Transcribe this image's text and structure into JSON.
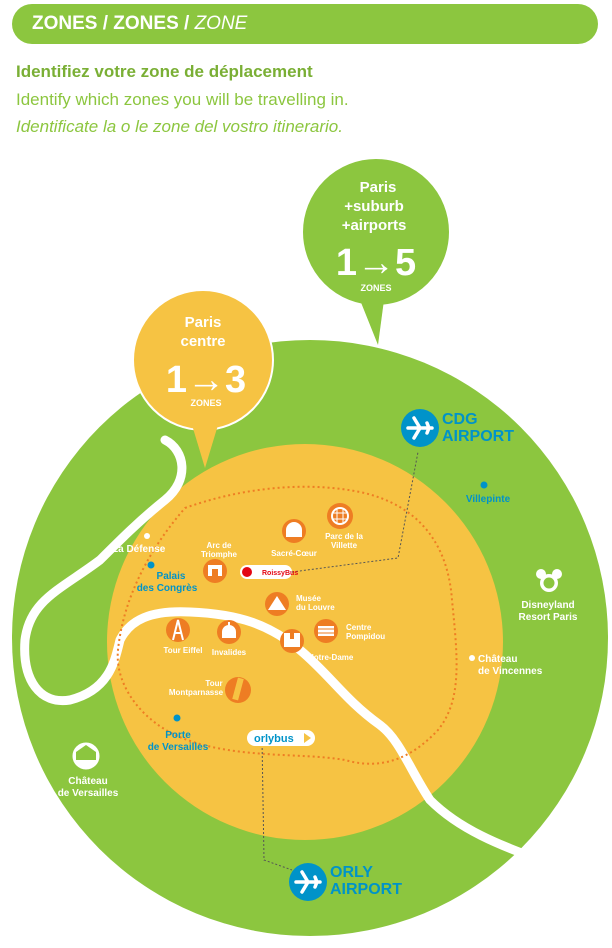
{
  "header": {
    "title_prefix": "ZONES / ZONES / ",
    "title_italic": "ZONE"
  },
  "subtitles": {
    "fr": "Identifiez votre zone de déplacement",
    "en": "Identify which zones you will be travelling in.",
    "it": "Identificate la o le zone del vostro itinerario."
  },
  "bubble_suburb": {
    "line1": "Paris",
    "line2": "+suburb",
    "line3": "+airports",
    "zones": "1→5",
    "zones_label": "ZONES"
  },
  "bubble_centre": {
    "line1": "Paris",
    "line2": "centre",
    "zones": "1→3",
    "zones_label": "ZONES"
  },
  "airports": {
    "cdg": {
      "line1": "CDG",
      "line2": "AIRPORT"
    },
    "orly": {
      "line1": "ORLY",
      "line2": "AIRPORT"
    }
  },
  "places": {
    "la_defense": "La Défense",
    "palais_1": "Palais",
    "palais_2": "des Congrès",
    "villepinte": "Villepinte",
    "disney_1": "Disneyland",
    "disney_2": "Resort Paris",
    "vincennes_1": "Château",
    "vincennes_2": "de Vincennes",
    "versailles_1": "Château",
    "versailles_2": "de Versailles",
    "porte_1": "Porte",
    "porte_2": "de Versailles"
  },
  "monuments": {
    "arc_1": "Arc de",
    "arc_2": "Triomphe",
    "sacre_coeur": "Sacré-Cœur",
    "villette_1": "Parc de la",
    "villette_2": "Villette",
    "louvre_1": "Musée",
    "louvre_2": "du Louvre",
    "pompidou_1": "Centre",
    "pompidou_2": "Pompidou",
    "eiffel": "Tour Eiffel",
    "invalides": "Invalides",
    "notre_dame": "Notre-Dame",
    "montparnasse_1": "Tour",
    "montparnasse_2": "Montparnasse"
  },
  "buses": {
    "roissybus": "RoissyBus",
    "orlybus": "orlybus"
  },
  "colors": {
    "green": "#8cc63f",
    "yellow": "#f6c343",
    "orange": "#ee7d23",
    "blue": "#0093c9"
  }
}
